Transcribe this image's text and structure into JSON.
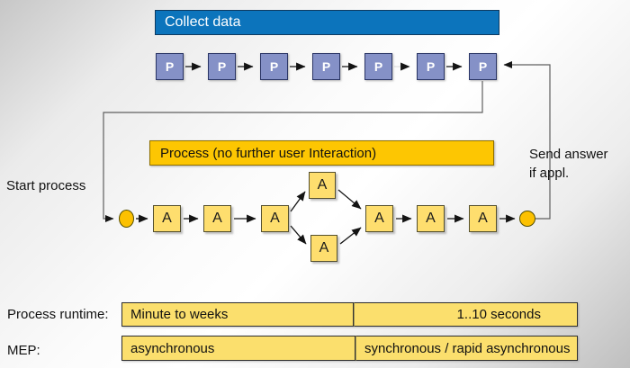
{
  "banners": {
    "collect_data": "Collect data",
    "process": "Process (no further user Interaction)"
  },
  "labels": {
    "start_process": "Start process",
    "send_answer_line1": "Send answer",
    "send_answer_line2": "if appl."
  },
  "p_chain": {
    "boxes": [
      "P",
      "P",
      "P",
      "P",
      "P",
      "P",
      "P"
    ]
  },
  "a_chain": {
    "pre": [
      "A",
      "A",
      "A"
    ],
    "branch_top": "A",
    "branch_bottom": "A",
    "post": [
      "A",
      "A",
      "A"
    ]
  },
  "table": {
    "rows": [
      {
        "label": "Process runtime:",
        "cells": [
          "Minute to weeks",
          "1..10 seconds"
        ]
      },
      {
        "label": "MEP:",
        "cells": [
          "asynchronous",
          "synchronous / rapid asynchronous"
        ]
      }
    ]
  },
  "colors": {
    "banner_blue": "#0c74bc",
    "banner_gold": "#fdc602",
    "p_box": "#8591c7",
    "a_box": "#fede6e",
    "event_circle": "#fcc101",
    "table_cell": "#fbdf6d"
  }
}
